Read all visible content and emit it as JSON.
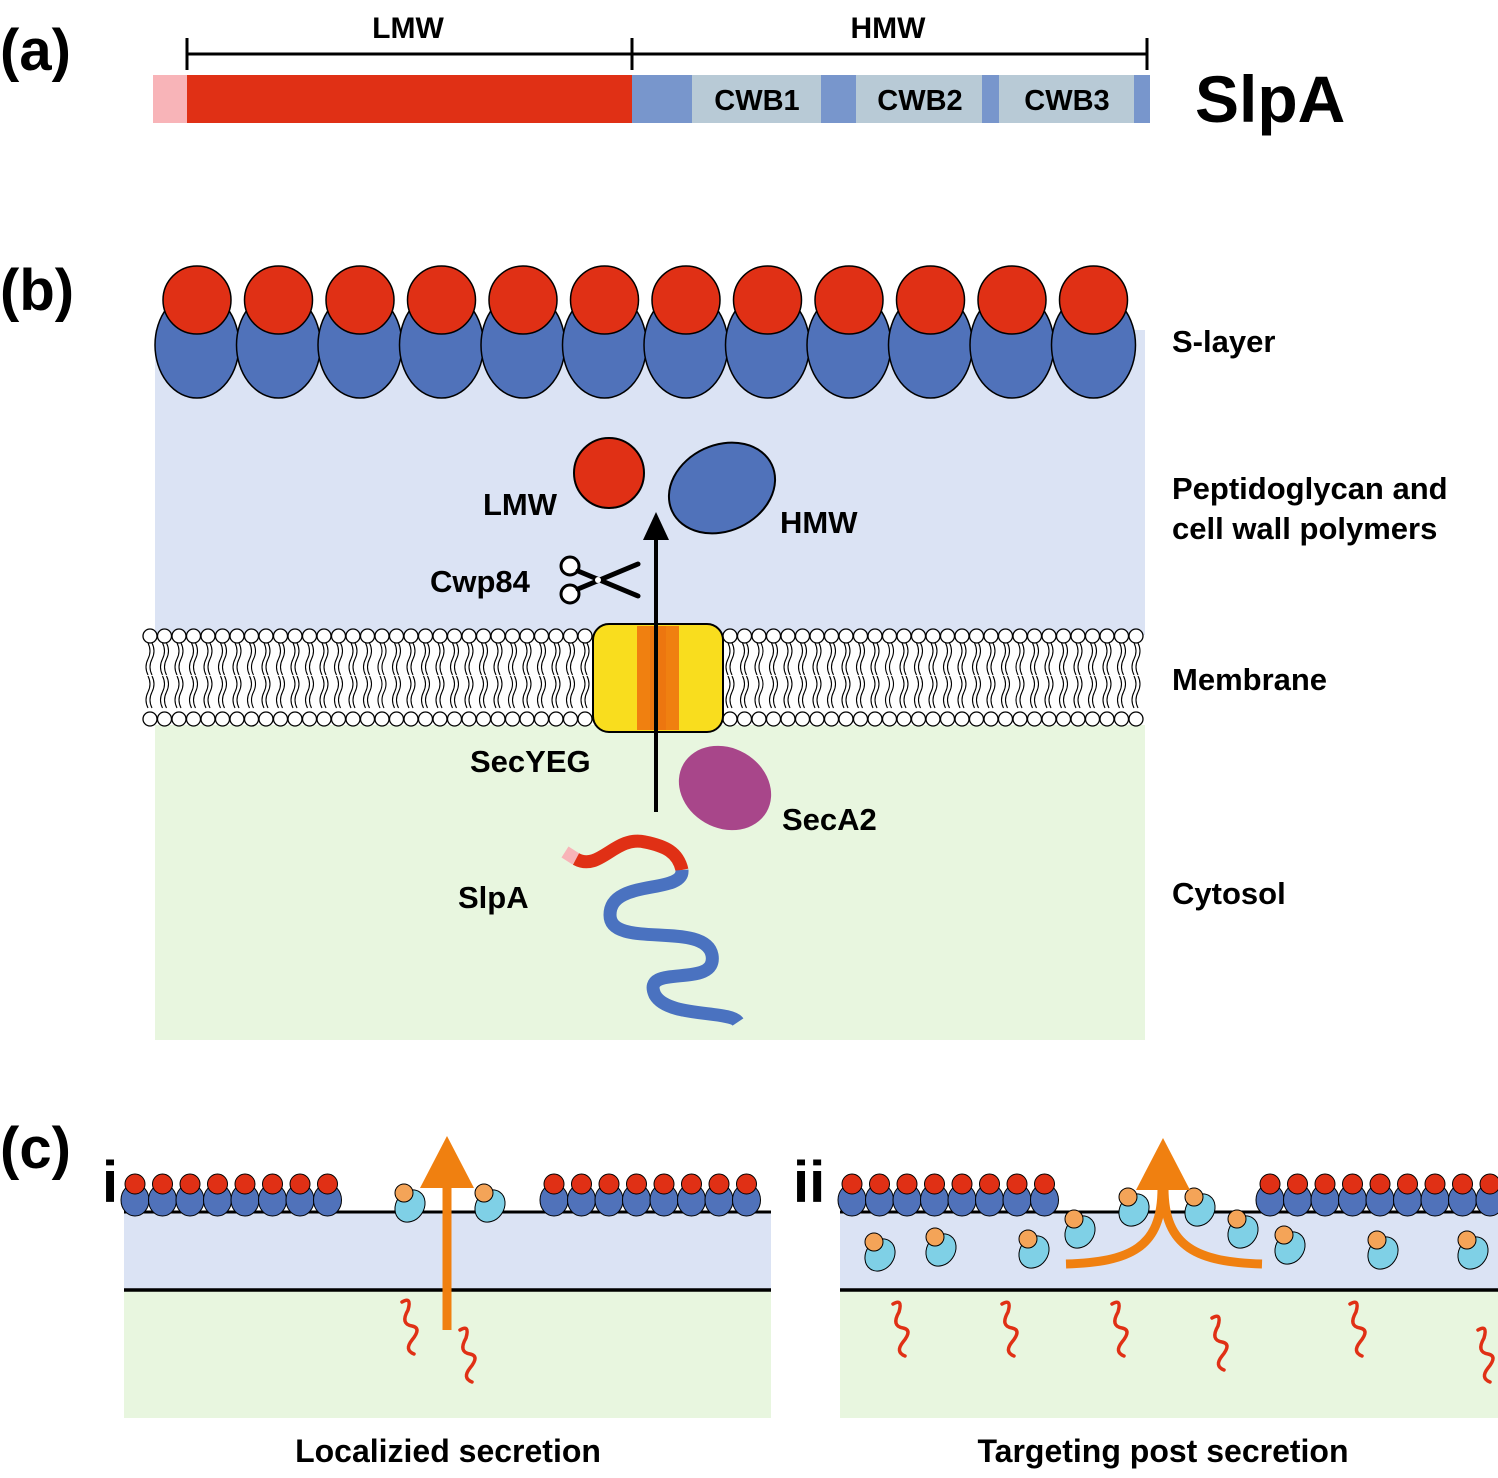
{
  "panel_a": {
    "letter": "(a)",
    "lmw_label": "LMW",
    "hmw_label": "HMW",
    "domains": [
      "CWB1",
      "CWB2",
      "CWB3"
    ],
    "protein_name": "SlpA"
  },
  "panel_b": {
    "letter": "(b)",
    "layer_labels": {
      "s_layer": "S-layer",
      "peptidoglycan_line1": "Peptidoglycan and",
      "peptidoglycan_line2": "cell wall polymers",
      "membrane": "Membrane",
      "cytosol": "Cytosol"
    },
    "labels": {
      "lmw": "LMW",
      "hmw": "HMW",
      "cwp84": "Cwp84",
      "secyeg": "SecYEG",
      "seca2": "SecA2",
      "slpa": "SlpA"
    }
  },
  "panel_c": {
    "letter": "(c)",
    "sub_i": "i",
    "sub_ii": "ii",
    "caption_i": "Localizied secretion",
    "caption_ii": "Targeting post secretion"
  },
  "colors": {
    "lmw_red": "#e03015",
    "signal_pink": "#f8b4b8",
    "hmw_blue": "#5072ba",
    "cwb_grey": "#b8cad6",
    "linker_blue": "#7896cc",
    "cell_wall_bg": "#dbe3f4",
    "cytosol_bg": "#e8f6df",
    "secyeg_yellow": "#f9dd1e",
    "secyeg_orange": "#f08010",
    "seca2_magenta": "#a8468a",
    "arrow_orange": "#f08010",
    "cyan": "#7fd0e6",
    "orange_dot": "#f4a458"
  }
}
